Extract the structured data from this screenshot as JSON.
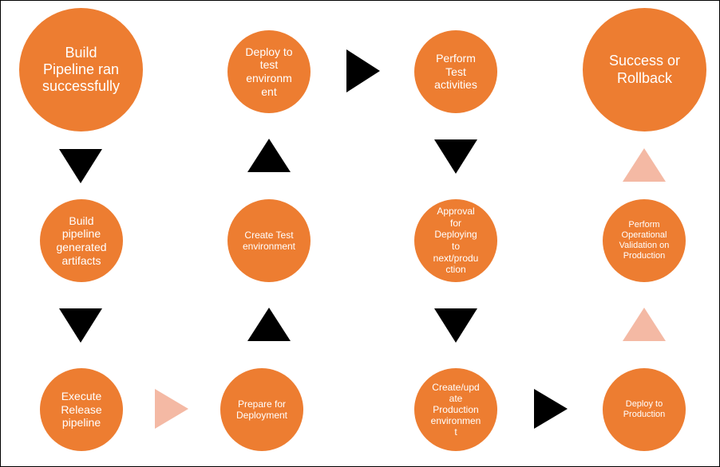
{
  "colors": {
    "node_fill": "#ed7d31",
    "node_text": "#ffffff",
    "arrow_dark": "#000000",
    "arrow_light": "#f4b9a4"
  },
  "nodes": {
    "build_ran": "Build\nPipeline ran\nsuccessfully",
    "deploy_test": "Deploy to\ntest\nenvironm\nent",
    "perform_test": "Perform\nTest\nactivities",
    "success_rollback": "Success or\nRollback",
    "build_artifacts": "Build\npipeline\ngenerated\nartifacts",
    "create_test_env": "Create Test\nenvironment",
    "approval": "Approval\nfor\nDeploying\nto\nnext/produ\nction",
    "operational_validation": "Perform\nOperational\nValidation on\nProduction",
    "execute_release": "Execute\nRelease\npipeline",
    "prepare_deployment": "Prepare for\nDeployment",
    "create_prod_env": "Create/upd\nate\nProduction\nenvironmen\nt",
    "deploy_production": "Deploy to\nProduction"
  }
}
